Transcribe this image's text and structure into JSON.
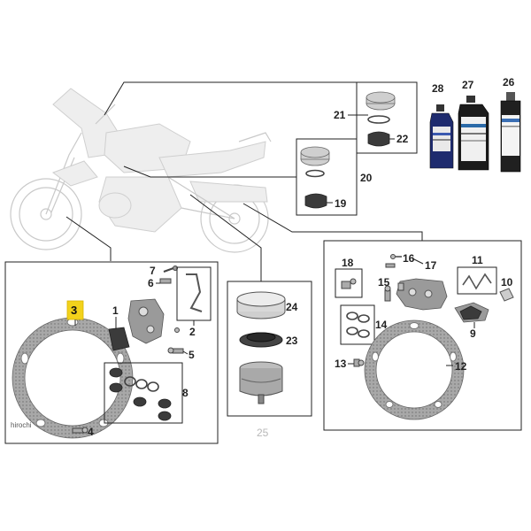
{
  "callouts": {
    "n1": "1",
    "n2": "2",
    "n3": "3",
    "n4": "4",
    "n5": "5",
    "n6": "6",
    "n7": "7",
    "n8": "8",
    "n9": "9",
    "n10": "10",
    "n11": "11",
    "n12": "12",
    "n13": "13",
    "n14": "14",
    "n15": "15",
    "n16": "16",
    "n17": "17",
    "n18": "18",
    "n19": "19",
    "n20": "20",
    "n21": "21",
    "n22": "22",
    "n23": "23",
    "n24": "24",
    "n25": "25",
    "n26": "26",
    "n27": "27",
    "n28": "28"
  },
  "watermark": "hirochi",
  "colors": {
    "line": "#222222",
    "highlight": "#f2d21b",
    "bike": "#c9c9c9",
    "disc": "#9a9a9a",
    "dimmed_label": "#b8b8b8"
  }
}
